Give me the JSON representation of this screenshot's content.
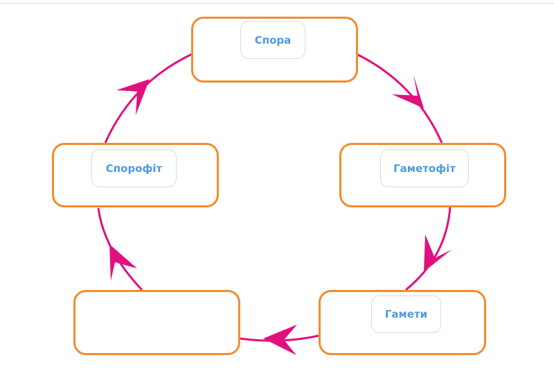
{
  "diagram": {
    "stage_top": "Спора",
    "stage_right": "Гаметофіт",
    "stage_bottom_right": "Гамети",
    "stage_bottom_left": "",
    "stage_left": "Спорофіт"
  },
  "colors": {
    "box_border": "#f18c2e",
    "arrow": "#e0117f",
    "chip_text": "#4d9be6",
    "chip_border": "#c9dcf2"
  }
}
